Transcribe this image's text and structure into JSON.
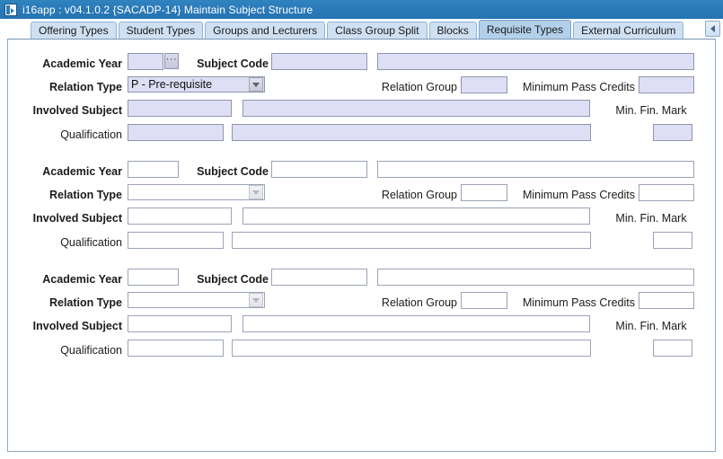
{
  "window": {
    "icon": "app-window-icon",
    "title": "i16app : v04.1.0.2  {SACADP-14} Maintain Subject Structure"
  },
  "tabs": {
    "items": [
      {
        "label": "Offering Types",
        "active": false
      },
      {
        "label": "Student Types",
        "active": false
      },
      {
        "label": "Groups and Lecturers",
        "active": false
      },
      {
        "label": "Class Group Split",
        "active": false
      },
      {
        "label": "Blocks",
        "active": false
      },
      {
        "label": "Requisite Types",
        "active": true
      },
      {
        "label": "External Curriculum",
        "active": false
      }
    ],
    "scroll_left_icon": "triangle-left-icon"
  },
  "labels": {
    "academic_year": "Academic Year",
    "subject_code": "Subject Code",
    "relation_type": "Relation Type",
    "relation_group": "Relation Group",
    "minimum_pass_credits": "Minimum Pass Credits",
    "involved_subject": "Involved Subject",
    "qualification": "Qualification",
    "min_fin_mark": "Min. Fin. Mark"
  },
  "icons": {
    "lov_dots": "···"
  },
  "records": [
    {
      "state": "active",
      "academic_year": "",
      "has_lov": true,
      "subject_code": "",
      "subject_description": "",
      "relation_type": "P - Pre-requisite",
      "relation_group": "",
      "minimum_pass_credits": "",
      "involved_subject": "",
      "involved_subject_description": "",
      "qualification": "",
      "qualification_description": "",
      "min_fin_mark": ""
    },
    {
      "state": "inactive",
      "academic_year": "",
      "has_lov": false,
      "subject_code": "",
      "subject_description": "",
      "relation_type": "",
      "relation_group": "",
      "minimum_pass_credits": "",
      "involved_subject": "",
      "involved_subject_description": "",
      "qualification": "",
      "qualification_description": "",
      "min_fin_mark": ""
    },
    {
      "state": "inactive",
      "academic_year": "",
      "has_lov": false,
      "subject_code": "",
      "subject_description": "",
      "relation_type": "",
      "relation_group": "",
      "minimum_pass_credits": "",
      "involved_subject": "",
      "involved_subject_description": "",
      "qualification": "",
      "qualification_description": "",
      "min_fin_mark": ""
    }
  ],
  "colors": {
    "titlebar": "#2a7ab8",
    "active_tab": "#b3d0ea",
    "inactive_tab": "#cfe0f2",
    "active_field": "#dedef5",
    "field_border": "#9aa3b8"
  }
}
